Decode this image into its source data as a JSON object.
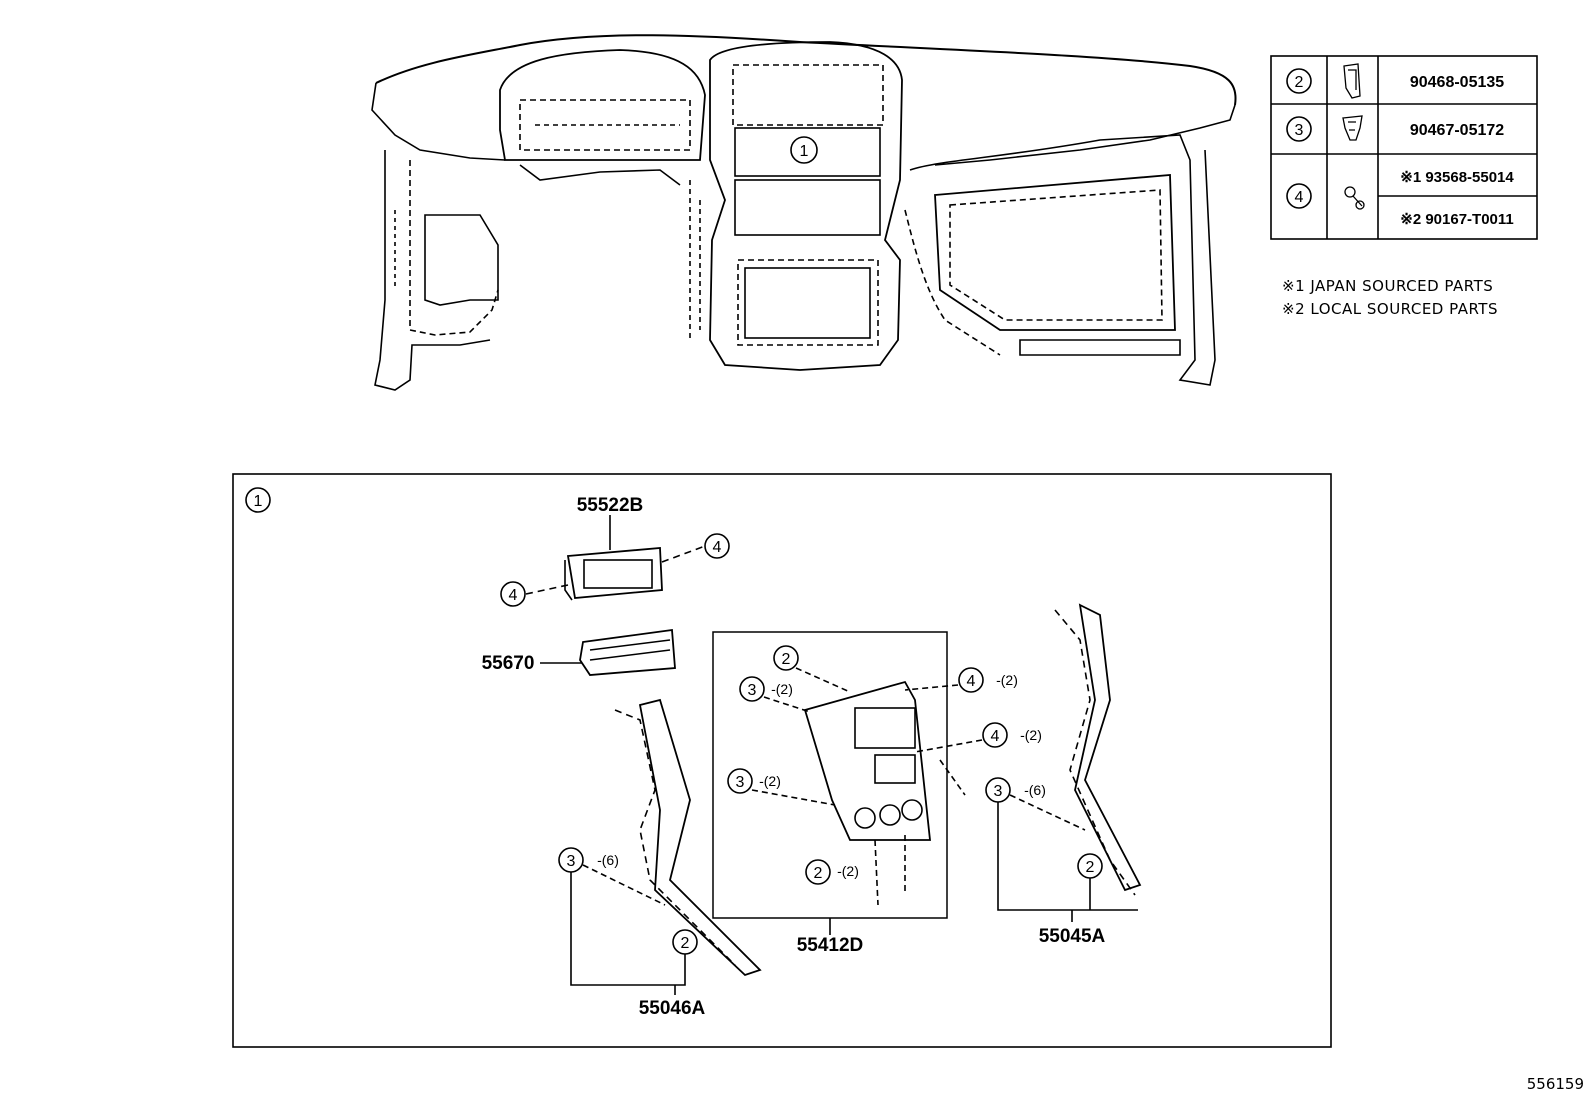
{
  "fastener_table": {
    "rows": [
      {
        "ref": "2",
        "icon": "clip-icon",
        "part": "90468-05135"
      },
      {
        "ref": "3",
        "icon": "clip-icon",
        "part": "90467-05172"
      },
      {
        "ref": "4",
        "icon": "screw-icon",
        "part_1": "※1 93568-55014",
        "part_2": "※2 90167-T0011"
      }
    ]
  },
  "notes": {
    "japan": "※1 JAPAN SOURCED PARTS",
    "local": "※2 LOCAL SOURCED PARTS"
  },
  "overview": {
    "callout": "1"
  },
  "detail": {
    "callout": "1",
    "parts": {
      "p55522B": "55522B",
      "p55670": "55670",
      "p55412D": "55412D",
      "p55046A": "55046A",
      "p55045A": "55045A"
    },
    "refs": {
      "r2": "2",
      "r3": "3",
      "r4": "4"
    },
    "qty": {
      "q2": "-(2)",
      "q6": "-(6)"
    }
  },
  "figure_number": "556159"
}
